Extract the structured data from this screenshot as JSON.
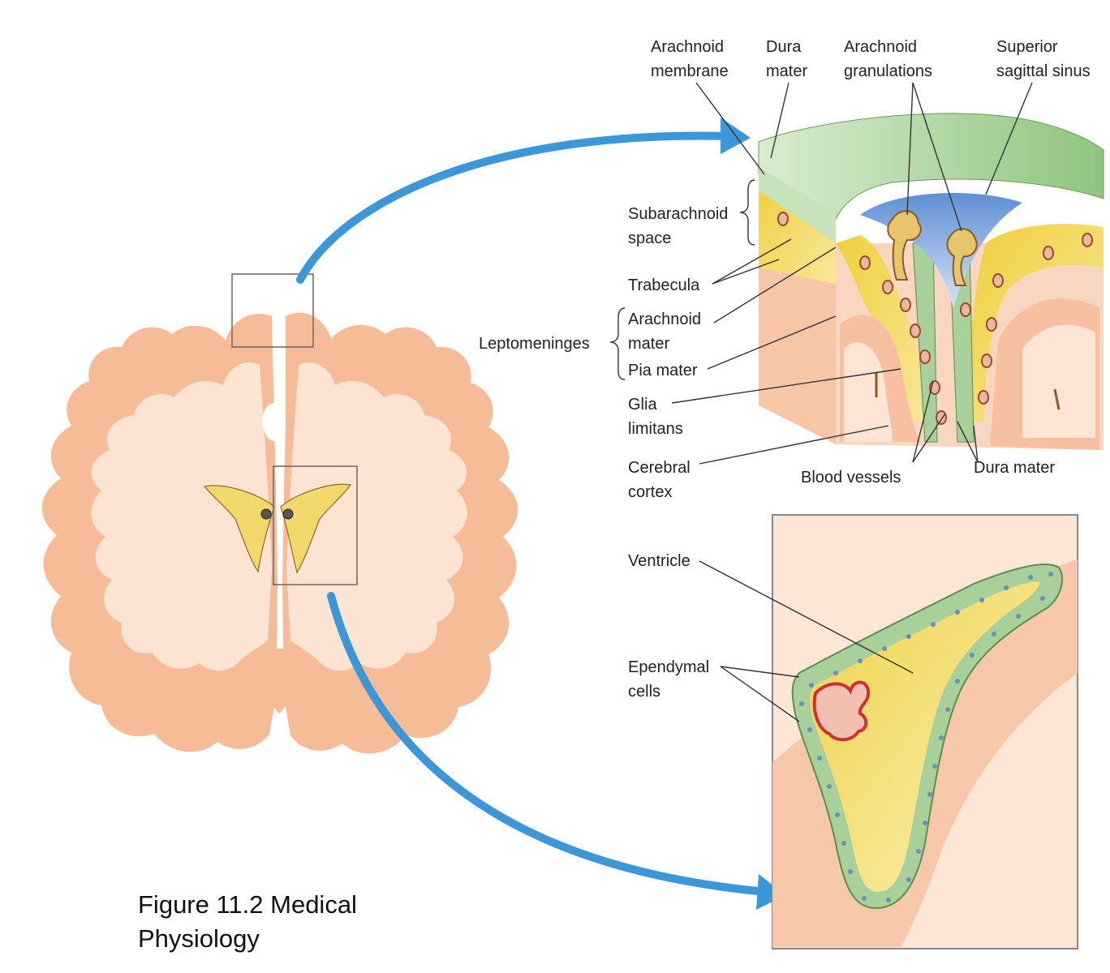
{
  "labels": {
    "arachnoid_membrane": [
      "Arachnoid",
      "membrane"
    ],
    "dura_mater_top": [
      "Dura",
      "mater"
    ],
    "arachnoid_granulations": [
      "Arachnoid",
      "granulations"
    ],
    "superior_sagittal_sinus": [
      "Superior",
      "sagittal sinus"
    ],
    "subarachnoid_space": [
      "Subarachnoid",
      "space"
    ],
    "trabecula": "Trabecula",
    "leptomeninges": "Leptomeninges",
    "arachnoid_mater": [
      "Arachnoid",
      "mater"
    ],
    "pia_mater": "Pia mater",
    "glia_limitans": [
      "Glia",
      "limitans"
    ],
    "cerebral_cortex": [
      "Cerebral",
      "cortex"
    ],
    "blood_vessels": "Blood vessels",
    "dura_mater_bottom": "Dura mater",
    "ventricle": "Ventricle",
    "ependymal_cells": [
      "Ependymal",
      "cells"
    ]
  },
  "caption": [
    "Figure 11.2 Medical",
    "Physiology"
  ],
  "colors": {
    "brain_pink": "#f6bc98",
    "white_matter": "#fde4d2",
    "ventricle_yellow": "#f2d86a",
    "dura_green": "#a9cf9a",
    "sinus_blue": "#7fa9dd",
    "arrow_blue": "#3c97d9"
  }
}
